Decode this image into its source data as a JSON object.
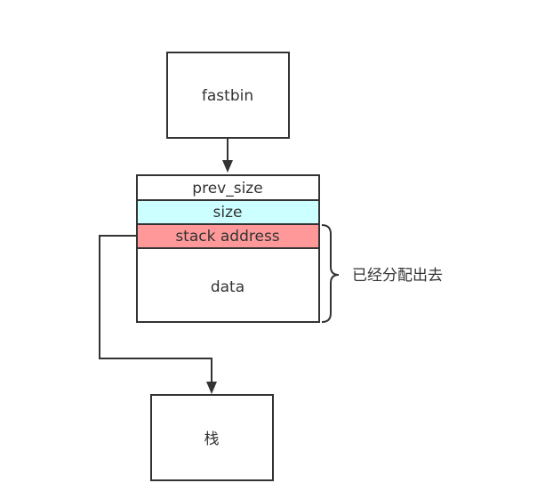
{
  "diagram": {
    "fastbin_label": "fastbin",
    "chunk": {
      "prev_size_label": "prev_size",
      "size_label": "size",
      "stack_address_label": "stack address",
      "data_label": "data"
    },
    "brace_label": "已经分配出去",
    "stack_label": "栈"
  },
  "colors": {
    "stroke": "#333333",
    "size_fill": "#ccffff",
    "stack_address_fill": "#ff9999",
    "background": "#ffffff"
  }
}
